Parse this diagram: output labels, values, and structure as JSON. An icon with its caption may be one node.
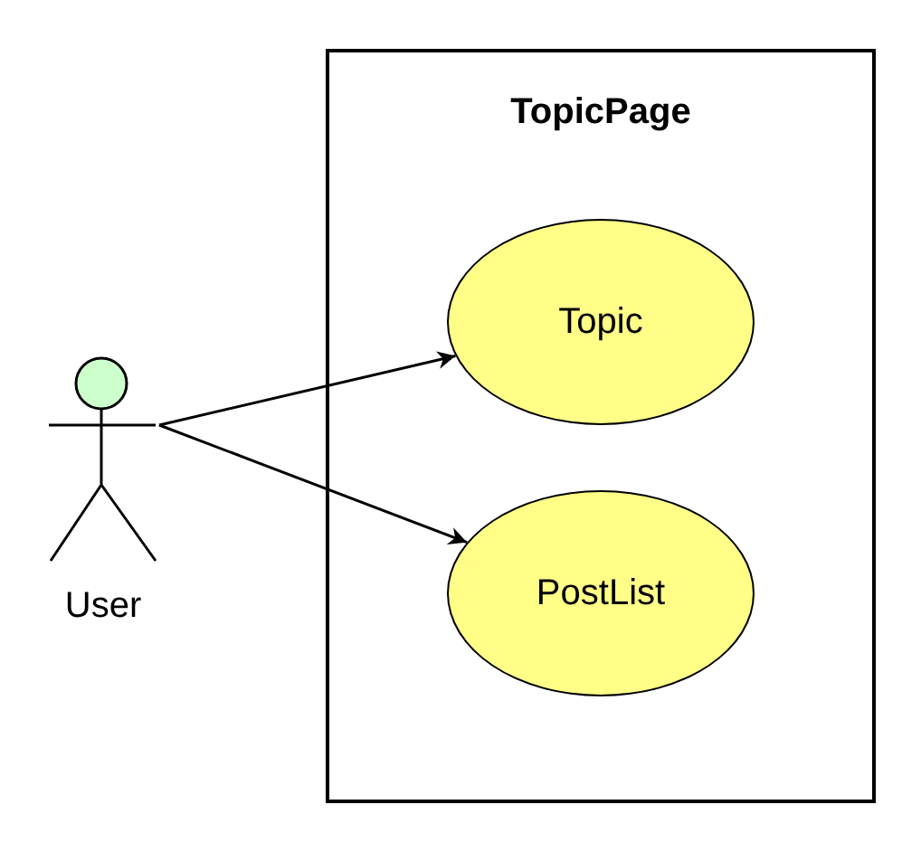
{
  "diagram": {
    "nodes": [
      {
        "text": [
          "TopicPage"
        ]
      },
      {
        "text": [
          "Topic"
        ],
        "in": 0
      },
      {
        "text": [
          "PostList"
        ],
        "in": 0
      },
      {
        "text": [
          "User"
        ]
      }
    ],
    "edges": [
      {
        "from": 3,
        "to": 1,
        "arrow": "to"
      },
      {
        "from": 3,
        "to": 2,
        "arrow": "to"
      }
    ]
  }
}
